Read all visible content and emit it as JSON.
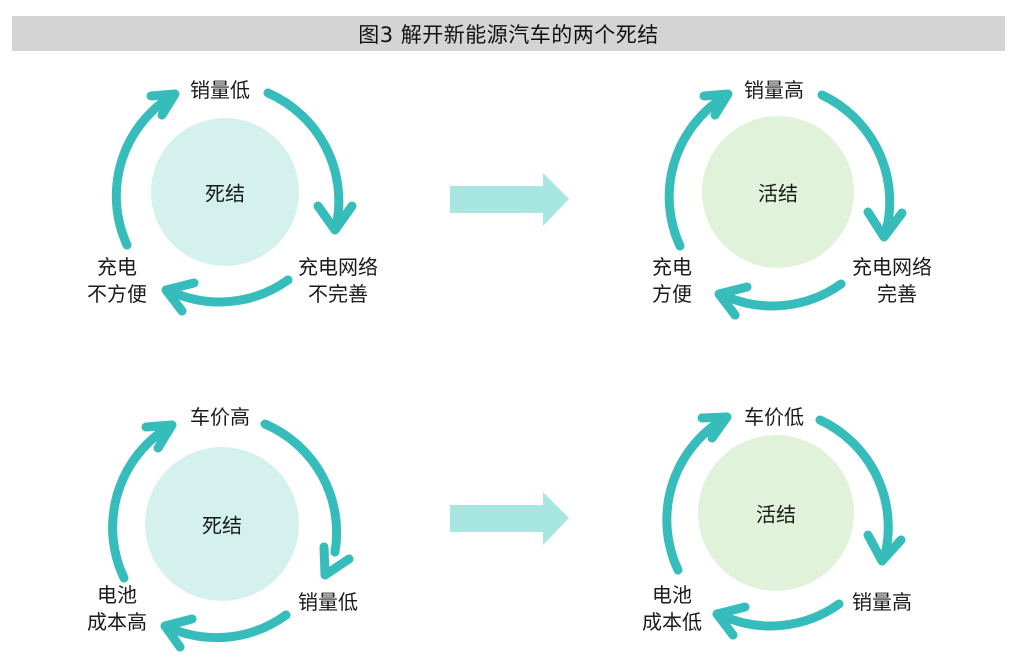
{
  "title": "图3  解开新能源汽车的两个死结",
  "colors": {
    "arrow": "#36bdbb",
    "dead_circle": "#d5f1ed",
    "live_circle": "#e1f2da",
    "transition_arrow": "#a8e6e1",
    "title_bg": "#d3d4d3"
  },
  "rows": [
    {
      "left": {
        "core": "死结",
        "type": "dead",
        "nodes": {
          "top": "销量低",
          "right_1": "充电网络",
          "right_2": "不完善",
          "left_1": "充电",
          "left_2": "不方便"
        }
      },
      "right": {
        "core": "活结",
        "type": "live",
        "nodes": {
          "top": "销量高",
          "right_1": "充电网络",
          "right_2": "完善",
          "left_1": "充电",
          "left_2": "方便"
        }
      }
    },
    {
      "left": {
        "core": "死结",
        "type": "dead",
        "nodes": {
          "top": "车价高",
          "right_1": "销量低",
          "right_2": "",
          "left_1": "电池",
          "left_2": "成本高"
        }
      },
      "right": {
        "core": "活结",
        "type": "live",
        "nodes": {
          "top": "车价低",
          "right_1": "销量高",
          "right_2": "",
          "left_1": "电池",
          "left_2": "成本低"
        }
      }
    }
  ]
}
